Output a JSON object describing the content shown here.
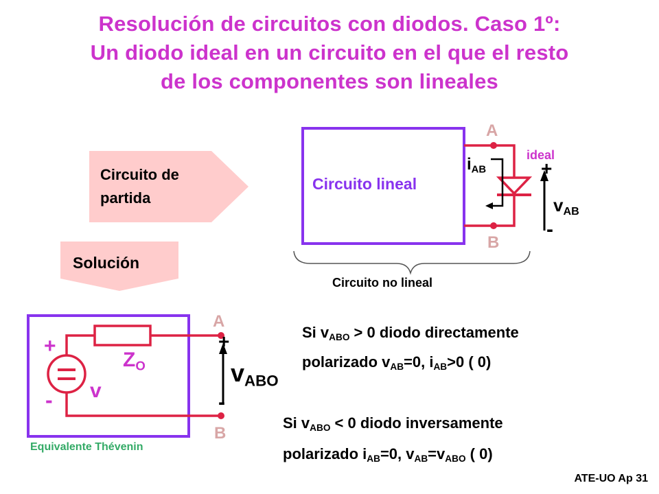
{
  "title_lines": [
    "Resolución de circuitos con diodos. Caso 1º:",
    "Un diodo ideal en un circuito en el que el resto",
    "de los componentes son lineales"
  ],
  "top": {
    "arrow_label_line1": "Circuito de",
    "arrow_label_line2": "partida",
    "box_label": "Circuito lineal",
    "node_a": "A",
    "node_b": "B",
    "ideal_label": "ideal",
    "current_label": "i",
    "current_sub": "AB",
    "voltage_label": "v",
    "voltage_sub": "AB",
    "plus": "+",
    "minus": "-",
    "brace_label": "Circuito no lineal"
  },
  "bottom": {
    "solution_label": "Solución",
    "node_a": "A",
    "node_b": "B",
    "impedance_label": "Z",
    "impedance_sub": "O",
    "source_label": "v",
    "plus": "+",
    "minus": "-",
    "source_plus": "+",
    "source_minus": "-",
    "source_symbol": "=",
    "output_voltage_label": "v",
    "output_voltage_sub": "ABO",
    "box_caption": "Equivalente Thévenin"
  },
  "cases": {
    "case1_line1_a": "Si v",
    "case1_line1_sub": "ABO",
    "case1_line1_b": " > 0  diodo directamente",
    "case1_line2_a": "polarizado  v",
    "case1_line2_sub1": "AB",
    "case1_line2_b": "=0,  i",
    "case1_line2_sub2": "AB",
    "case1_line2_c": ">0 ( 0)",
    "case2_line1_a": "Si v",
    "case2_line1_sub": "ABO",
    "case2_line1_b": " < 0  diodo inversamente",
    "case2_line2_a": "polarizado  i",
    "case2_line2_sub1": "AB",
    "case2_line2_b": "=0,  v",
    "case2_line2_sub2": "AB",
    "case2_line2_c": "=v",
    "case2_line2_sub3": "ABO",
    "case2_line2_d": " ( 0)"
  },
  "footer": "ATE-UO Ap 31",
  "colors": {
    "title": "#cc33cc",
    "box": "#8833ee",
    "wire": "#dd2244",
    "arrow_fill": "#ffcccc",
    "caption": "#33aa66"
  }
}
